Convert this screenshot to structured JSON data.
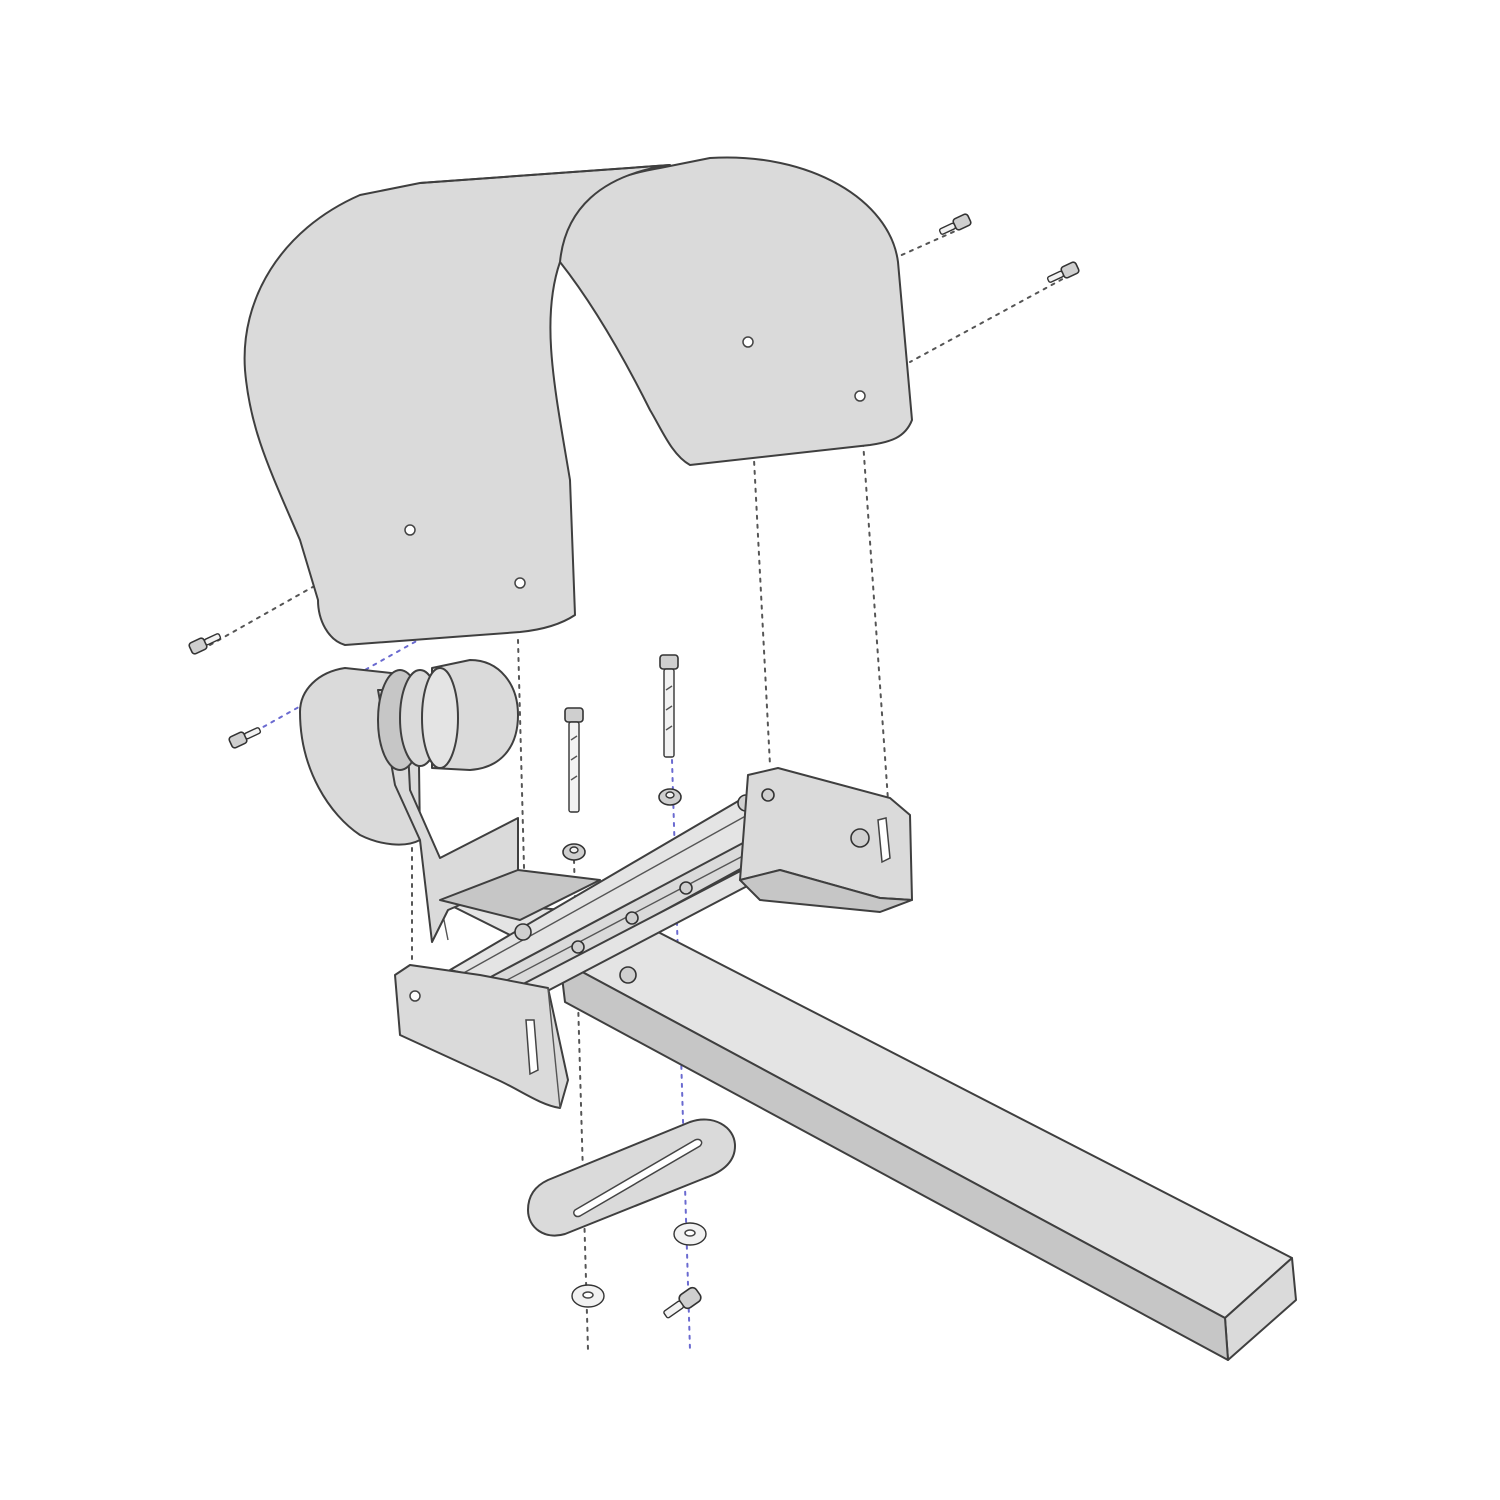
{
  "diagram": {
    "description_visible_text": [],
    "colors": {
      "background": "#ffffff",
      "part_fill": "#dadada",
      "outline": "#3f3f3f",
      "leader_line": "#555555",
      "leader_line_blue": "#6a6ad0"
    },
    "parts": [
      "belt-guard-cover",
      "cover-screw",
      "drive-pulley",
      "tensioner-arm",
      "left-mounting-bracket",
      "right-mounting-bracket",
      "slide-rails",
      "long-bolt",
      "hex-nut",
      "slotted-plate",
      "washer",
      "wing-bolt",
      "base-bar"
    ]
  }
}
